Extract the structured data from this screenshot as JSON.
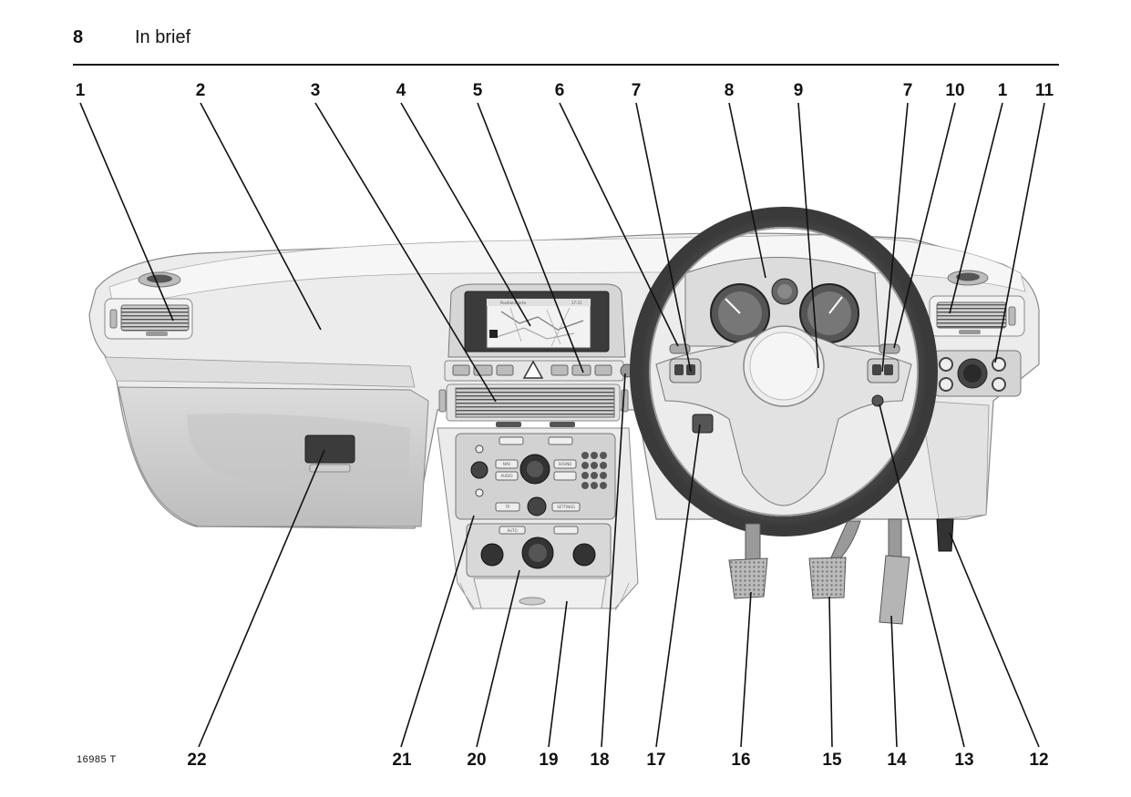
{
  "header": {
    "page_number": "8",
    "title": "In brief"
  },
  "figure_id": "16985 T",
  "display": {
    "nav_title": "Positionskarte",
    "nav_time": "17:21"
  },
  "panel_labels": {
    "auto": "AUTO",
    "sound": "SOUND",
    "audio": "AUDIO",
    "nav": "NAV",
    "tp": "TP",
    "settings": "SETTINGS"
  },
  "callouts_top": [
    "1",
    "2",
    "3",
    "4",
    "5",
    "6",
    "7",
    "8",
    "9",
    "7",
    "10",
    "1",
    "11"
  ],
  "callouts_bottom": [
    "22",
    "21",
    "20",
    "19",
    "18",
    "17",
    "16",
    "15",
    "14",
    "13",
    "12"
  ],
  "colors": {
    "ink": "#111111",
    "dash": "#e8e8e8",
    "panel_grey": "#d2d2d2",
    "dark": "#333333"
  }
}
